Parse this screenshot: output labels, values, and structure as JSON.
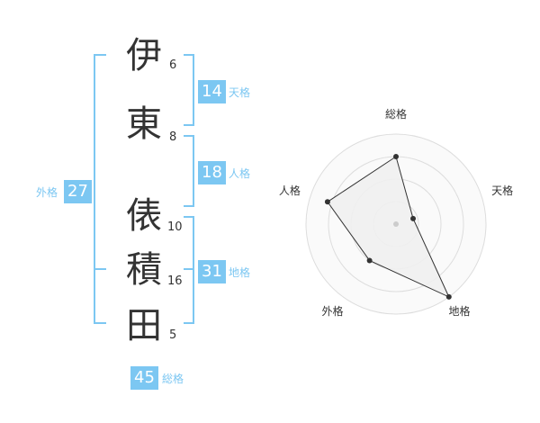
{
  "name": {
    "characters": [
      {
        "char": "伊",
        "strokes": "6"
      },
      {
        "char": "東",
        "strokes": "8"
      },
      {
        "char": "俵",
        "strokes": "10"
      },
      {
        "char": "積",
        "strokes": "16"
      },
      {
        "char": "田",
        "strokes": "5"
      }
    ]
  },
  "fortunes": {
    "tenkaku": {
      "value": "14",
      "label": "天格"
    },
    "jinkaku": {
      "value": "18",
      "label": "人格"
    },
    "chikaku": {
      "value": "31",
      "label": "地格"
    },
    "gaikaku": {
      "value": "27",
      "label": "外格"
    },
    "soukaku": {
      "value": "45",
      "label": "総格"
    }
  },
  "chart_data": {
    "type": "radar",
    "axes": [
      "総格",
      "天格",
      "地格",
      "外格",
      "人格"
    ],
    "values": [
      0.75,
      0.2,
      1.0,
      0.5,
      0.8
    ],
    "range": [
      0,
      1
    ],
    "rings": 4,
    "colors": {
      "fill": "#f0f0f0",
      "stroke": "#333333",
      "grid": "#dddddd",
      "accent": "#7cc7f2"
    }
  }
}
